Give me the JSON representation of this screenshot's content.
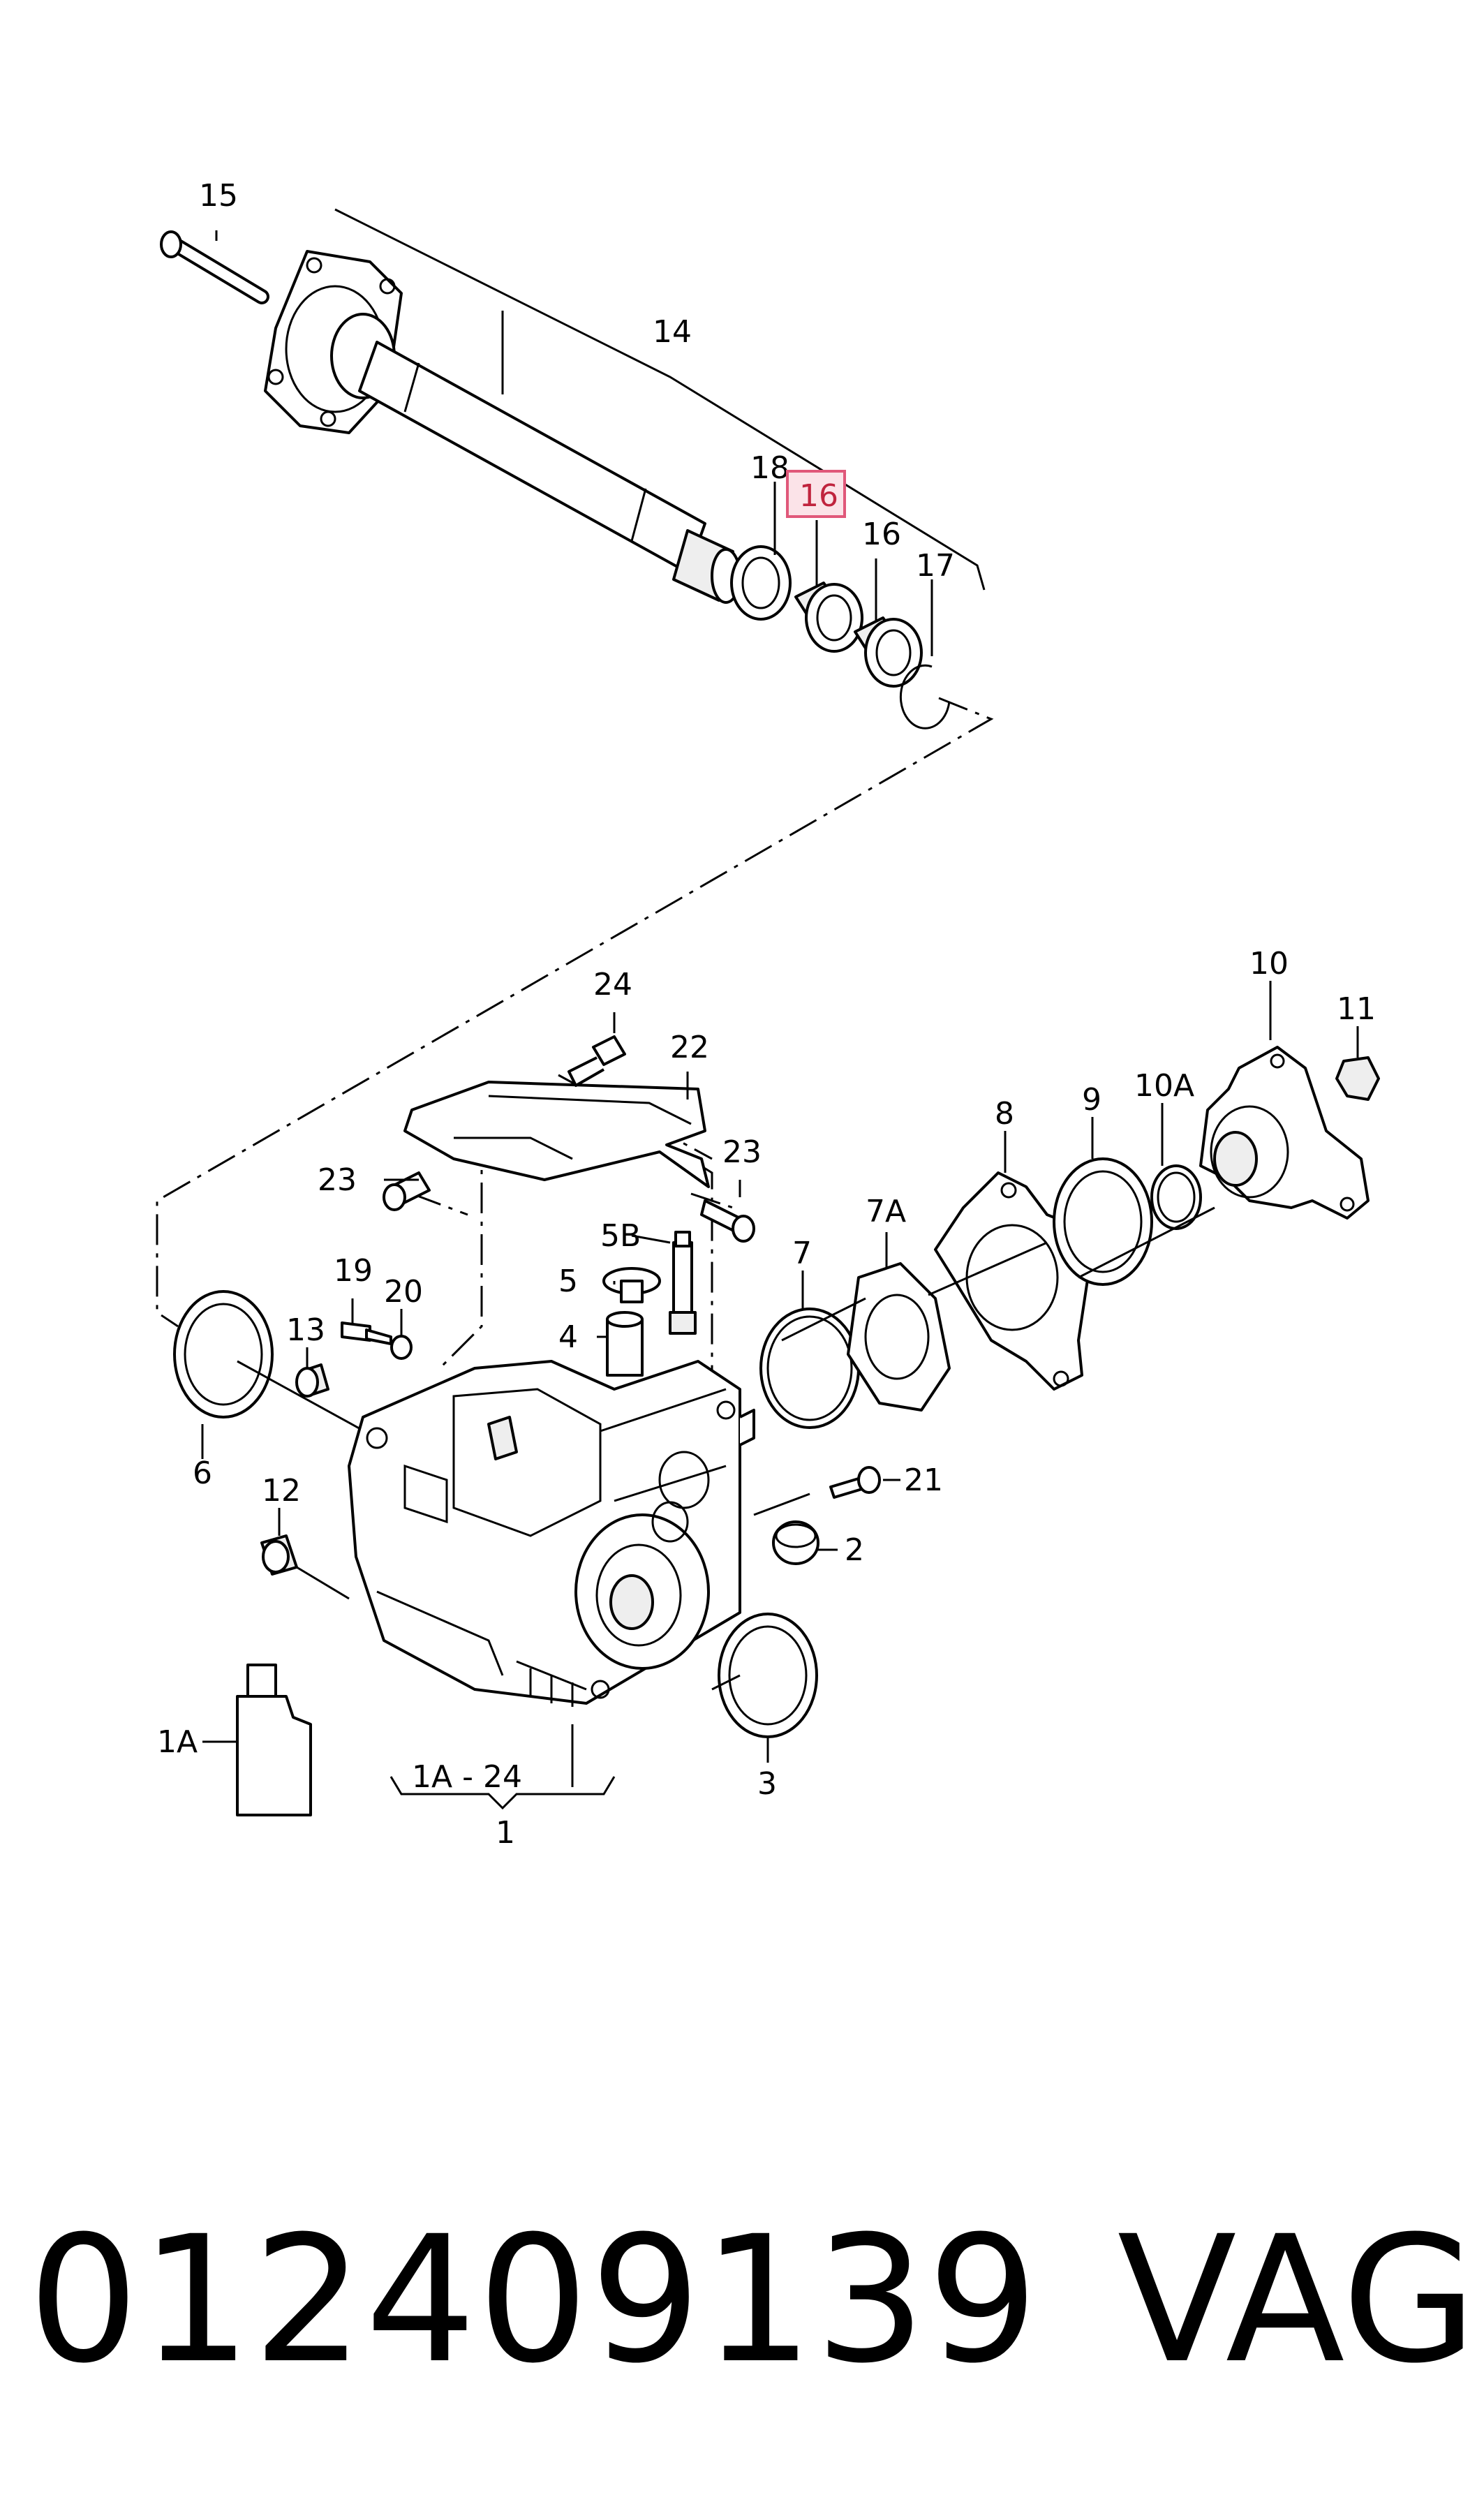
{
  "callouts": {
    "c15": "15",
    "c14": "14",
    "c18": "18",
    "c16a": "16",
    "c16b": "16",
    "c17": "17",
    "c24": "24",
    "c22": "22",
    "c23a": "23",
    "c23b": "23",
    "c5b": "5B",
    "c5": "5",
    "c4": "4",
    "c19": "19",
    "c20": "20",
    "c13": "13",
    "c6": "6",
    "c12": "12",
    "c7": "7",
    "c7a": "7A",
    "c8": "8",
    "c9": "9",
    "c10a": "10A",
    "c10": "10",
    "c11": "11",
    "c21": "21",
    "c2": "2",
    "c3": "3",
    "c1a": "1A",
    "c1a24": "1A - 24",
    "c1": "1"
  },
  "highlight": {
    "callout": "16",
    "fill": "#fbe3e8",
    "stroke": "#e0587a"
  },
  "footer": {
    "part_number": "012409139",
    "brand": "VAG"
  }
}
